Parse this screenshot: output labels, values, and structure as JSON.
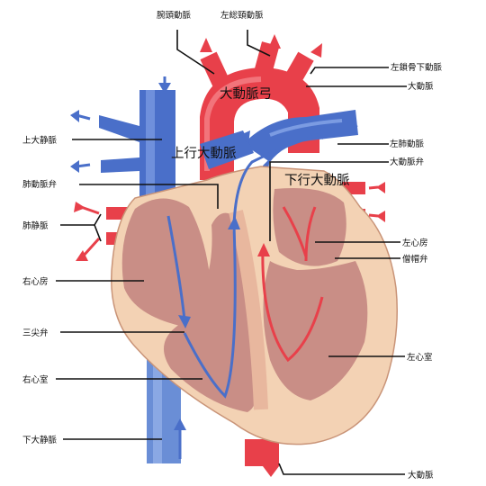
{
  "labels": {
    "brachiocephalic_artery": "腕頭動脈",
    "left_common_carotid": "左総頸動脈",
    "left_subclavian": "左鎖骨下動脈",
    "aorta_top": "大動脈",
    "aortic_arch": "大動脈弓",
    "superior_vena_cava": "上大静脈",
    "ascending_aorta": "上行大動脈",
    "left_pulmonary_artery": "左肺動脈",
    "aortic_valve": "大動脈弁",
    "descending_aorta": "下行大動脈",
    "pulmonary_valve": "肺動脈弁",
    "pulmonary_veins": "肺静脈",
    "left_atrium": "左心房",
    "mitral_valve": "僧帽弁",
    "right_atrium": "右心房",
    "tricuspid_valve": "三尖弁",
    "left_ventricle": "左心室",
    "right_ventricle": "右心室",
    "inferior_vena_cava": "下大静脈",
    "aorta_bottom": "大動脈"
  },
  "colors": {
    "oxygenated": "#e8404a",
    "deoxygenated": "#4a6fc9",
    "muscle_outer": "#f3d2b4",
    "muscle_inner": "#c98e86"
  }
}
